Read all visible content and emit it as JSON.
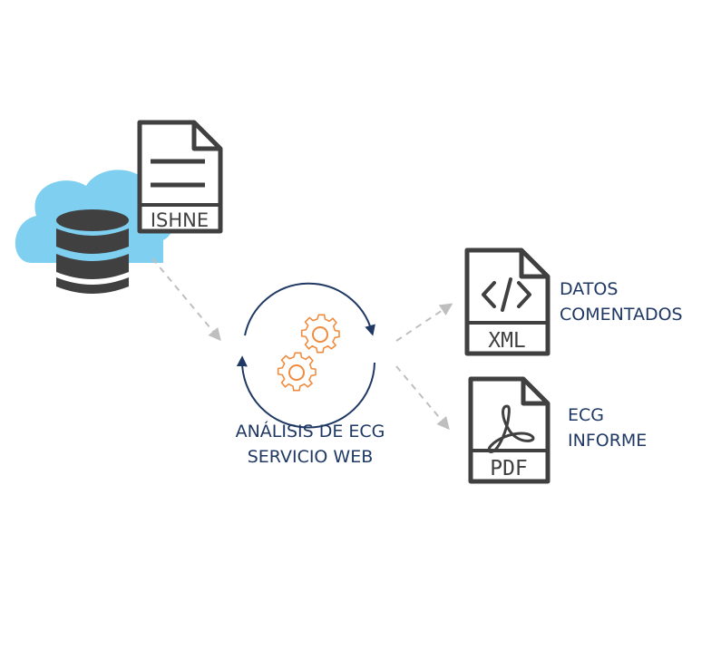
{
  "source": {
    "file_label": "ISHNE",
    "cloud_color": "#7fd0f0",
    "database_color": "#404040"
  },
  "process": {
    "line1": "ANÁLISIS DE ECG",
    "line2": "SERVICIO WEB",
    "gear_color": "#f08a3c",
    "cycle_color": "#1f3864"
  },
  "outputs": [
    {
      "file_label": "XML",
      "icon": "code-icon",
      "line1": "DATOS",
      "line2": "COMENTADOS"
    },
    {
      "file_label": "PDF",
      "icon": "acrobat-icon",
      "line1": "ECG",
      "line2": "INFORME"
    }
  ],
  "colors": {
    "text": "#1f3864",
    "arrow": "#bfbfbf",
    "icon_stroke": "#404040"
  }
}
